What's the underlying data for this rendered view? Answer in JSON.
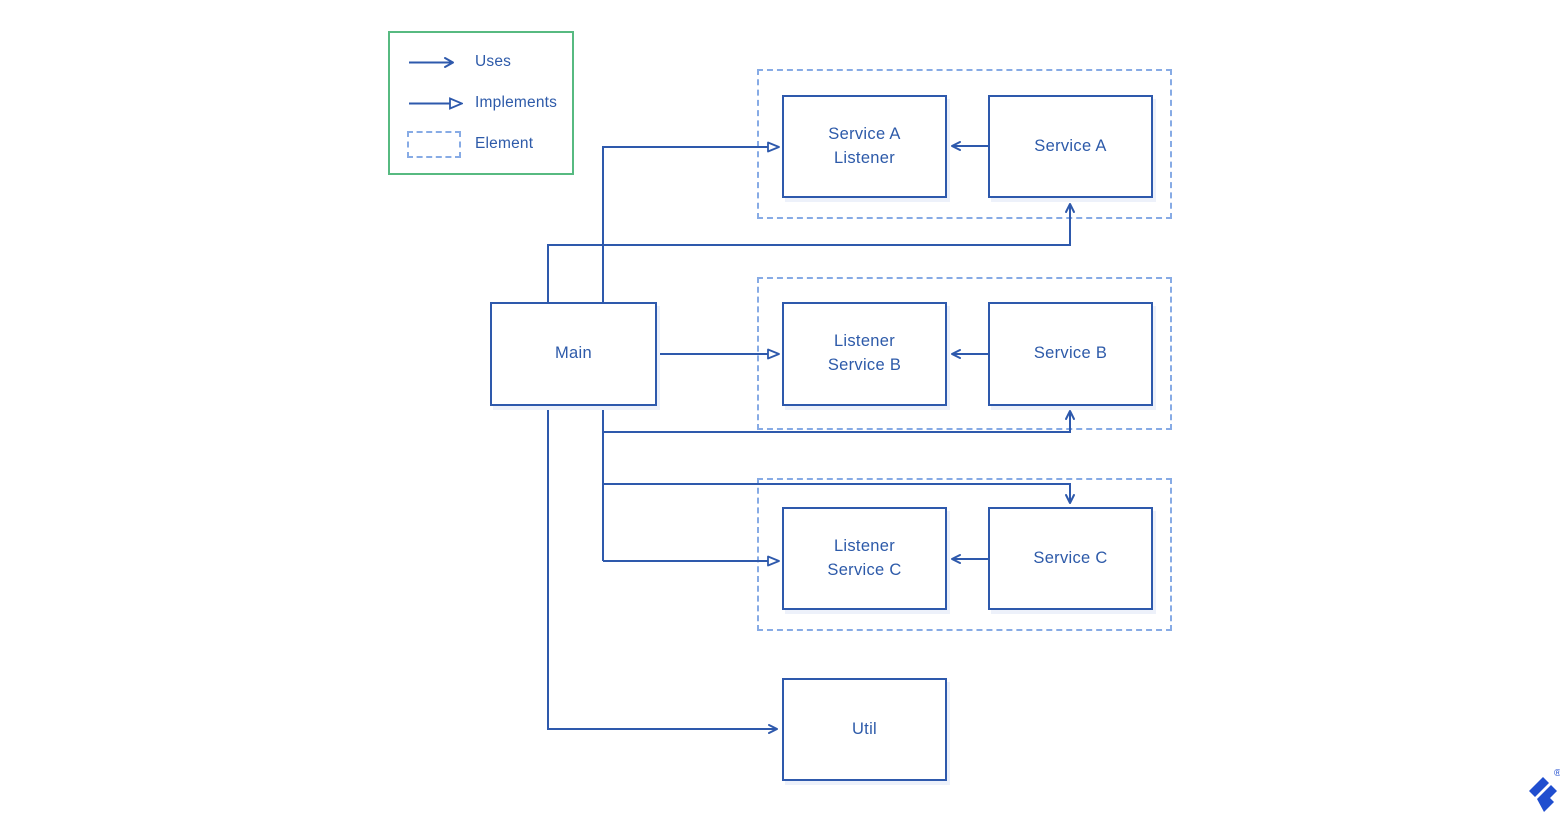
{
  "legend": {
    "items": [
      {
        "id": "uses",
        "label": "Uses"
      },
      {
        "id": "implements",
        "label": "Implements"
      },
      {
        "id": "element",
        "label": "Element"
      }
    ]
  },
  "nodes": {
    "main": {
      "label": "Main"
    },
    "service_a_listener": {
      "label": "Service A\nListener"
    },
    "service_a": {
      "label": "Service A"
    },
    "listener_service_b": {
      "label": "Listener\nService B"
    },
    "service_b": {
      "label": "Service B"
    },
    "listener_service_c": {
      "label": "Listener\nService C"
    },
    "service_c": {
      "label": "Service C"
    },
    "util": {
      "label": "Util"
    }
  },
  "groups": [
    {
      "name": "service-a-element",
      "contains": [
        "Service A Listener",
        "Service A"
      ]
    },
    {
      "name": "service-b-element",
      "contains": [
        "Listener Service B",
        "Service B"
      ]
    },
    {
      "name": "service-c-element",
      "contains": [
        "Listener Service C",
        "Service C"
      ]
    }
  ],
  "edges": [
    {
      "from": "Main",
      "to": "Service A Listener",
      "type": "implements"
    },
    {
      "from": "Main",
      "to": "Service A",
      "type": "uses"
    },
    {
      "from": "Main",
      "to": "Listener Service B",
      "type": "implements"
    },
    {
      "from": "Main",
      "to": "Service B",
      "type": "uses"
    },
    {
      "from": "Main",
      "to": "Service C",
      "type": "uses"
    },
    {
      "from": "Main",
      "to": "Listener Service C",
      "type": "implements"
    },
    {
      "from": "Main",
      "to": "Util",
      "type": "uses"
    },
    {
      "from": "Service A",
      "to": "Service A Listener",
      "type": "uses"
    },
    {
      "from": "Service B",
      "to": "Listener Service B",
      "type": "uses"
    },
    {
      "from": "Service C",
      "to": "Listener Service C",
      "type": "uses"
    }
  ],
  "colors": {
    "line": "#2e59ac",
    "text": "#2d5aa9",
    "dash": "#87abe5",
    "legend_border": "#57ba81",
    "logo": "#204ecf",
    "shadow": "#edf1fa",
    "background": "#ffffff",
    "box_bg": "#ffffff"
  },
  "logo": {
    "registered_mark": "®"
  }
}
